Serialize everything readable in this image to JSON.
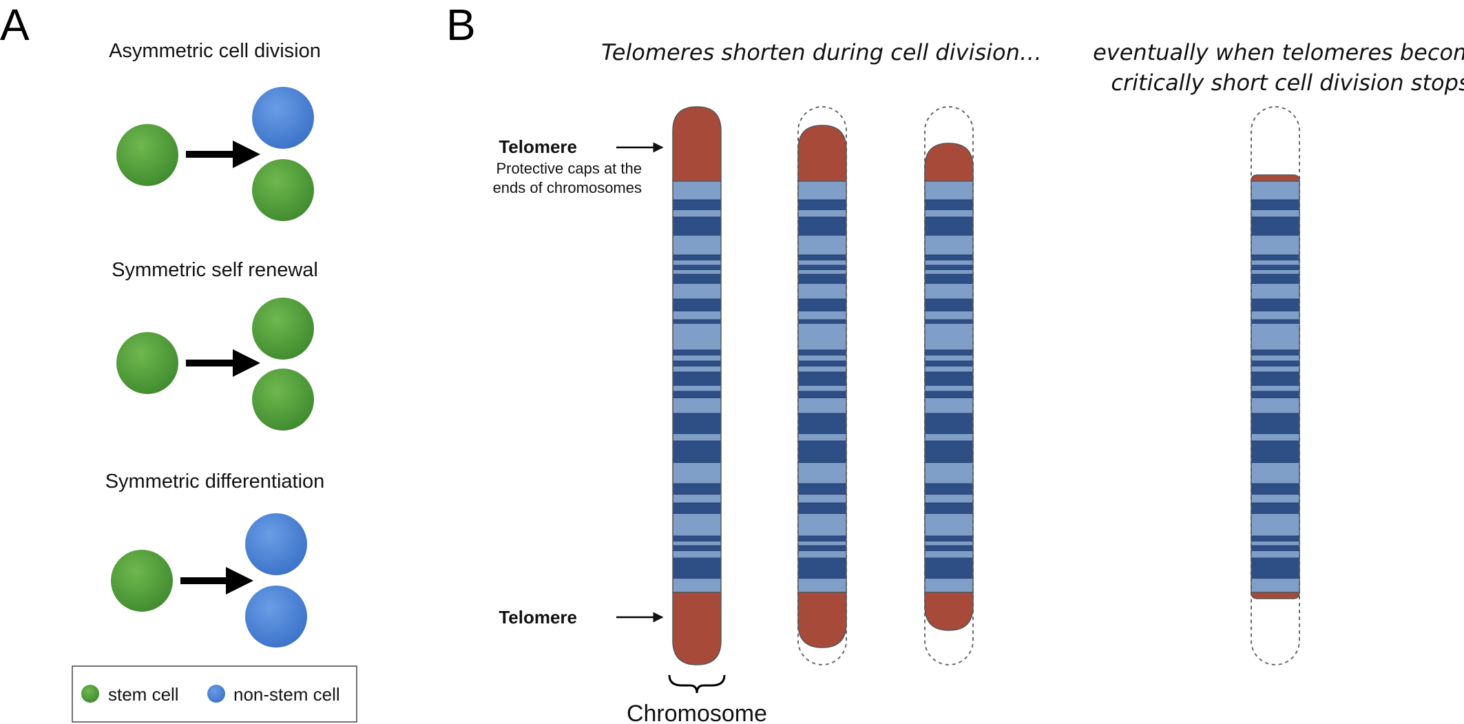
{
  "panel_a": {
    "letter": "A",
    "rows": [
      {
        "title": "Asymmetric cell division",
        "parent": "stem",
        "children": [
          "non-stem",
          "stem"
        ]
      },
      {
        "title": "Symmetric self renewal",
        "parent": "stem",
        "children": [
          "stem",
          "stem"
        ]
      },
      {
        "title": "Symmetric differentiation",
        "parent": "stem",
        "children": [
          "non-stem",
          "non-stem"
        ]
      }
    ],
    "legend": {
      "stem_label": "stem cell",
      "nonstem_label": "non-stem cell"
    }
  },
  "panel_b": {
    "letter": "B",
    "heading_left": "Telomeres shorten during cell division…",
    "heading_right_line1": "eventually when telomeres become",
    "heading_right_line2": "critically short cell division stops",
    "telomere_label": "Telomere",
    "telomere_desc_line1": "Protective caps at the",
    "telomere_desc_line2": "ends of chromosomes",
    "telomere_label_bottom": "Telomere",
    "chromosome_label": "Chromosome"
  },
  "colors": {
    "stem": "#4f9a3a",
    "nonstem": "#4a82d4",
    "telomere": "#a84a3a",
    "band_light": "#7f9fc9",
    "band_dark": "#2e4f86",
    "outline": "#555555"
  }
}
